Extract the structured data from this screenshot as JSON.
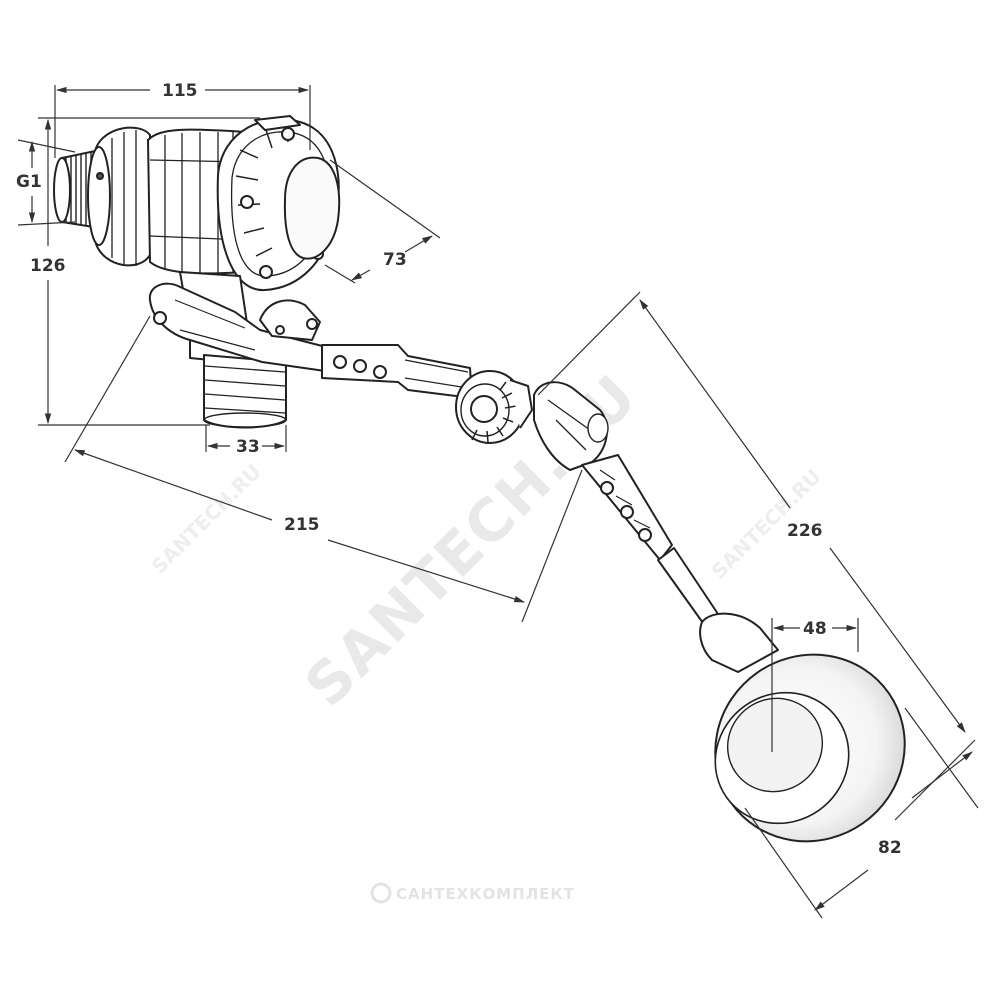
{
  "dimensions": {
    "width_top": "115",
    "thread": "G1",
    "height_total": "126",
    "cap_diameter": "73",
    "hose_diameter": "33",
    "arm_length": "215",
    "float_arm_length": "226",
    "float_depth": "48",
    "float_diameter": "82"
  },
  "watermarks": {
    "main": "SANTECH.RU",
    "small_left": "SANTECH.RU",
    "small_right": "SANTECH.RU",
    "brand": "САНТЕХКОМПЛЕКТ"
  },
  "colors": {
    "line": "#222222",
    "dim": "#333333",
    "watermark": "#e9e9e9"
  }
}
